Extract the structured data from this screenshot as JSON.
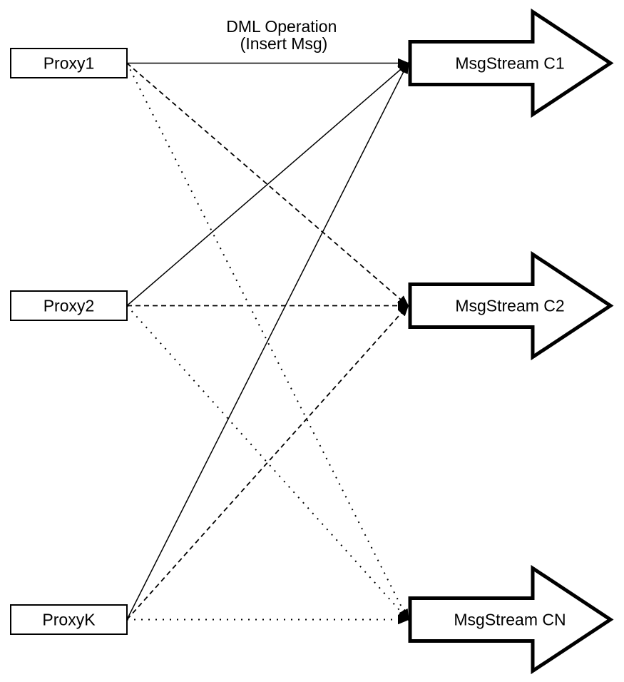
{
  "diagram": {
    "edge_label": {
      "line1": "DML Operation",
      "line2": "(Insert Msg)"
    },
    "proxies": [
      {
        "id": "proxy1",
        "label": "Proxy1"
      },
      {
        "id": "proxy2",
        "label": "Proxy2"
      },
      {
        "id": "proxyk",
        "label": "ProxyK"
      }
    ],
    "streams": [
      {
        "id": "c1",
        "label": "MsgStream C1"
      },
      {
        "id": "c2",
        "label": "MsgStream C2"
      },
      {
        "id": "cn",
        "label": "MsgStream CN"
      }
    ],
    "edges": [
      {
        "from": "proxy1",
        "to": "c1",
        "style": "solid"
      },
      {
        "from": "proxy1",
        "to": "c2",
        "style": "dashed"
      },
      {
        "from": "proxy1",
        "to": "cn",
        "style": "dotted"
      },
      {
        "from": "proxy2",
        "to": "c1",
        "style": "solid"
      },
      {
        "from": "proxy2",
        "to": "c2",
        "style": "dashed"
      },
      {
        "from": "proxy2",
        "to": "cn",
        "style": "dotted"
      },
      {
        "from": "proxyk",
        "to": "c1",
        "style": "solid"
      },
      {
        "from": "proxyk",
        "to": "c2",
        "style": "dashed"
      },
      {
        "from": "proxyk",
        "to": "cn",
        "style": "dotted"
      }
    ],
    "colors": {
      "stroke": "#000000",
      "fill": "#ffffff"
    }
  }
}
